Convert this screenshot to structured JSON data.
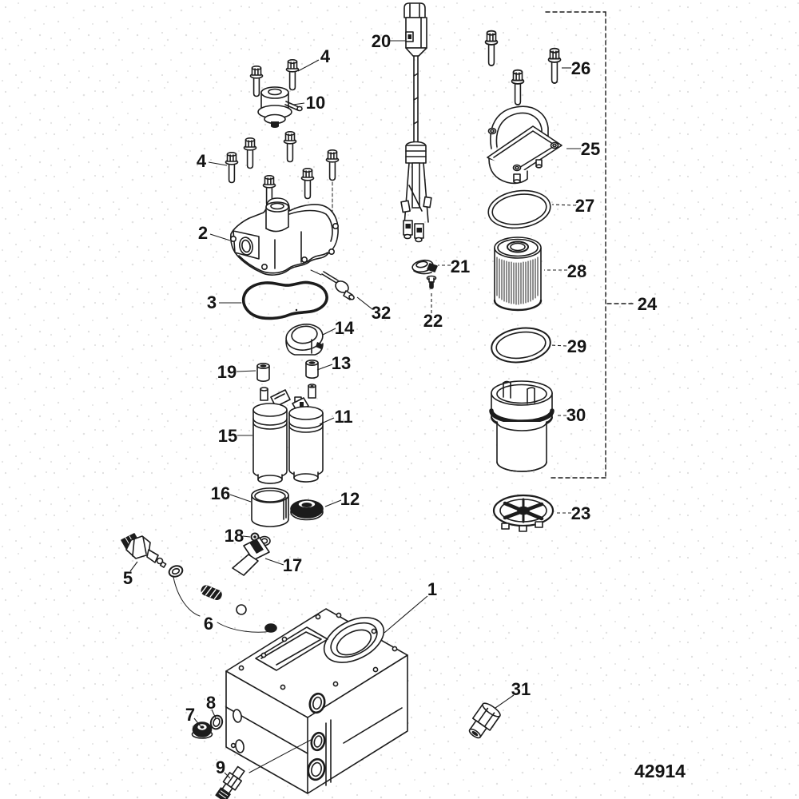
{
  "page": {
    "background": "#ffffff",
    "ink": "#1c1c1c"
  },
  "drawing": {
    "number": "42914",
    "callouts": {
      "c1": {
        "label": "1"
      },
      "c2": {
        "label": "2"
      },
      "c3": {
        "label": "3"
      },
      "c4_top": {
        "label": "4"
      },
      "c4_left": {
        "label": "4"
      },
      "c5": {
        "label": "5"
      },
      "c6": {
        "label": "6"
      },
      "c7": {
        "label": "7"
      },
      "c8": {
        "label": "8"
      },
      "c9": {
        "label": "9"
      },
      "c10": {
        "label": "10"
      },
      "c11": {
        "label": "11"
      },
      "c12": {
        "label": "12"
      },
      "c13": {
        "label": "13"
      },
      "c14": {
        "label": "14"
      },
      "c15": {
        "label": "15"
      },
      "c16": {
        "label": "16"
      },
      "c17": {
        "label": "17"
      },
      "c18": {
        "label": "18"
      },
      "c19": {
        "label": "19"
      },
      "c20": {
        "label": "20"
      },
      "c21": {
        "label": "21"
      },
      "c22": {
        "label": "22"
      },
      "c23": {
        "label": "23"
      },
      "c24": {
        "label": "24"
      },
      "c25": {
        "label": "25"
      },
      "c26": {
        "label": "26"
      },
      "c27": {
        "label": "27"
      },
      "c28": {
        "label": "28"
      },
      "c29": {
        "label": "29"
      },
      "c30": {
        "label": "30"
      },
      "c31": {
        "label": "31"
      },
      "c32": {
        "label": "32"
      }
    }
  }
}
